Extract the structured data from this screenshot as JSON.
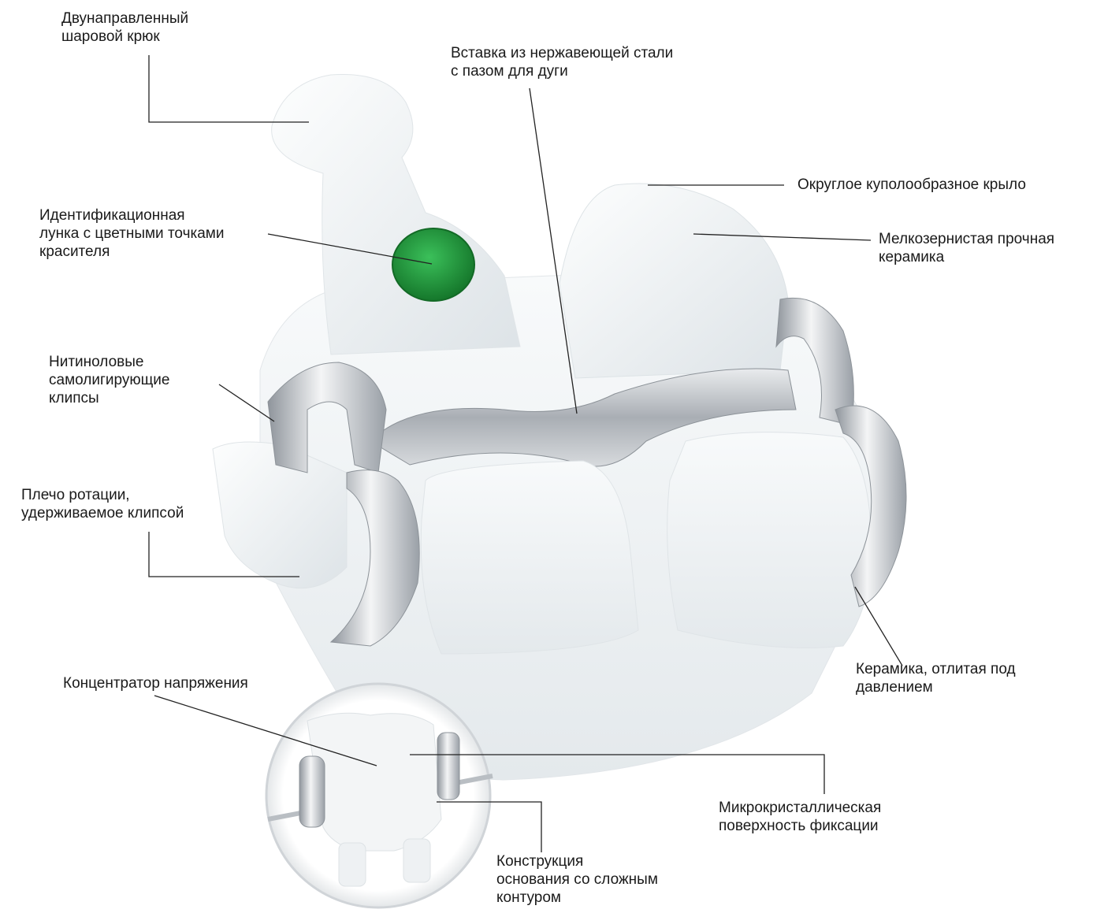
{
  "labels": {
    "ball_hook": "Двунаправленный\nшаровой крюк",
    "steel_insert": "Вставка из нержавеющей стали\nс пазом для дуги",
    "dome_wing": "Округлое куполообразное крыло",
    "id_dimple": "Идентификационная\nлунка с цветными точками\nкрасителя",
    "fine_ceramic": "Мелкозернистая прочная\nкерамика",
    "nitinol_clips": "Нитиноловые\nсамолигирующие\nклипсы",
    "rotation_arm": "Плечо ротации,\nудерживаемое клипсой",
    "molded_ceramic": "Керамика, отлитая под\nдавлением",
    "stress_concentrator": "Концентратор напряжения",
    "microcrystal_surface": "Микрокристаллическая\nповерхность фиксации",
    "base_design": "Конструкция\nоснования со сложным\nконтуром"
  },
  "colors": {
    "dye_dot": "#1f9a3a",
    "leader_line": "#222222",
    "ceramic": "#eef1f3",
    "metal": "#b8bcc2"
  }
}
